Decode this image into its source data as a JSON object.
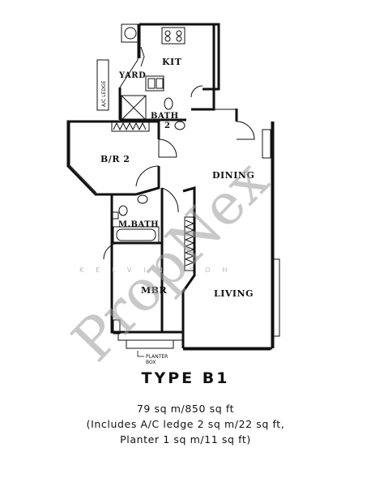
{
  "rooms": {
    "kit": "KIT",
    "yard": "YARD",
    "bath2_line1": "BATH",
    "bath2_line2": "2",
    "br2": "B/R 2",
    "dining": "DINING",
    "mbath": "M.BATH",
    "mbr": "MBR",
    "living": "LIVING"
  },
  "labels": {
    "ac_ledge": "A/C LEDGE",
    "planter_line1": "PLANTER",
    "planter_line2": "BOX"
  },
  "watermark": {
    "brand": "PropNex",
    "sub": "KELVIN TOH"
  },
  "caption": {
    "type": "TYPE B1",
    "area": "79 sq m/850 sq ft",
    "includes": "(Includes A/C ledge 2 sq m/22 sq ft,",
    "planter": "Planter 1 sq m/11 sq ft)"
  }
}
